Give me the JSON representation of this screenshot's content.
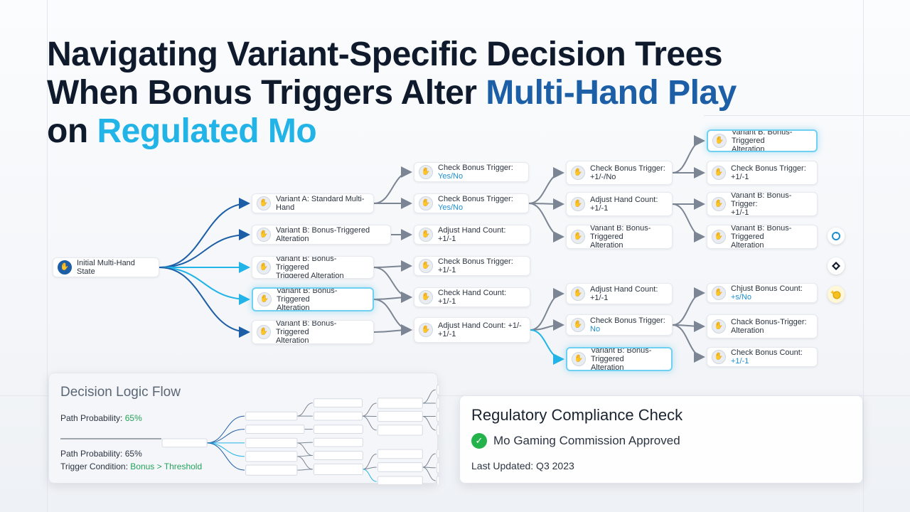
{
  "title": {
    "line1": "Navigating Variant-Specific Decision Trees",
    "line2_a": "When Bonus Triggers Alter ",
    "line2_b": "Multi-Hand Play",
    "line3_a": "on ",
    "line3_b": "Regulated Mo"
  },
  "flowchart": {
    "nodes": [
      {
        "id": "root",
        "main": "Initial Multi-Hand State",
        "accent": "",
        "icon": "hand-icon-primary",
        "highlight": false
      },
      {
        "id": "a1",
        "main": "Variant A: Standard Multi-Hand",
        "accent": "",
        "icon": "hand-icon",
        "highlight": false
      },
      {
        "id": "a2",
        "main": "Variant B: Bonus-Triggered Alteration",
        "accent": "",
        "icon": "hand-icon",
        "highlight": false
      },
      {
        "id": "a3",
        "main": "Variant B: Bonus-Triggered\nTriggered Alteration",
        "accent": "",
        "icon": "hand-icon",
        "highlight": false
      },
      {
        "id": "a4",
        "main": "Variant B: Bonus-Triggered\nAlteration",
        "accent": "",
        "icon": "hand-icon",
        "highlight": true
      },
      {
        "id": "a5",
        "main": "Variant B: Bonus-Triggered\nAlteration",
        "accent": "",
        "icon": "hand-icon",
        "highlight": false
      },
      {
        "id": "b1",
        "main": "Check Bonus Trigger: ",
        "accent": "Yes/No",
        "icon": "hand-icon",
        "highlight": false
      },
      {
        "id": "b2",
        "main": "Check Bonus Trigger: ",
        "accent": "Yes/No",
        "icon": "hand-icon",
        "highlight": false
      },
      {
        "id": "b3",
        "main": "Adjust Hand Count: +1/-1",
        "accent": "",
        "icon": "hand-icon",
        "highlight": false
      },
      {
        "id": "b4",
        "main": "Check Bonus Trigger: +1/-1",
        "accent": "",
        "icon": "hand-icon",
        "highlight": false
      },
      {
        "id": "b5",
        "main": "Check Hand Count: +1/-1",
        "accent": "",
        "icon": "hand-icon",
        "highlight": false
      },
      {
        "id": "b6",
        "main": "Adjust Hand Count: +1/-\n+1/-1",
        "accent": "",
        "icon": "hand-icon",
        "highlight": false
      },
      {
        "id": "c1",
        "main": "Check Bonus Trigger:\n+1/-/No",
        "accent": "",
        "icon": "hand-icon",
        "highlight": false
      },
      {
        "id": "c2",
        "main": "Adjust Hand Count:\n+1/-1",
        "accent": "",
        "icon": "hand-icon",
        "highlight": false
      },
      {
        "id": "c3",
        "main": "Variant B: Bonus-Triggered\nAlteration",
        "accent": "",
        "icon": "hand-icon",
        "highlight": false
      },
      {
        "id": "c4",
        "main": "Adjust Hand Count:\n+1/-1",
        "accent": "",
        "icon": "hand-icon",
        "highlight": false
      },
      {
        "id": "c5",
        "main": "Check Bonus Trigger: ",
        "accent": "No",
        "icon": "hand-icon",
        "highlight": false
      },
      {
        "id": "c6",
        "main": "Variant B: Bonus-Triggered\nAlteration",
        "accent": "",
        "icon": "hand-icon",
        "highlight": true
      },
      {
        "id": "d1",
        "main": "Variant B: Bonus-Triggered\nAlteration",
        "accent": "",
        "icon": "hand-icon",
        "highlight": true
      },
      {
        "id": "d2",
        "main": "Check Bonus Trigger:\n+1/-1",
        "accent": "",
        "icon": "hand-icon",
        "highlight": false
      },
      {
        "id": "d3",
        "main": "Variant B: Bonus-Trigger:\n+1/-1",
        "accent": "",
        "icon": "hand-icon",
        "highlight": false
      },
      {
        "id": "d4",
        "main": "Variant B: Bonus-Triggered\nAlteration",
        "accent": "",
        "icon": "hand-icon",
        "highlight": false
      },
      {
        "id": "d5",
        "main": "Chjust Bonus Count: ",
        "accent": "+s/No",
        "icon": "hand-icon",
        "highlight": false
      },
      {
        "id": "d6",
        "main": "Chack Bonus-Trigger:\nAlteration",
        "accent": "",
        "icon": "hand-icon",
        "highlight": false
      },
      {
        "id": "d7",
        "main": "Check Bonus Count: ",
        "accent": "+1/-1",
        "icon": "hand-icon",
        "highlight": false
      }
    ],
    "edges": [
      [
        "root",
        "a1"
      ],
      [
        "root",
        "a2"
      ],
      [
        "root",
        "a3"
      ],
      [
        "root",
        "a4"
      ],
      [
        "root",
        "a5"
      ],
      [
        "a1",
        "b1"
      ],
      [
        "a1",
        "b2"
      ],
      [
        "a2",
        "b3"
      ],
      [
        "a3",
        "b4"
      ],
      [
        "a3",
        "b5"
      ],
      [
        "a4",
        "b5"
      ],
      [
        "a4",
        "b6"
      ],
      [
        "a5",
        "b6"
      ],
      [
        "b2",
        "c1"
      ],
      [
        "b2",
        "c2"
      ],
      [
        "b2",
        "c3"
      ],
      [
        "b6",
        "c4"
      ],
      [
        "b6",
        "c5"
      ],
      [
        "b6",
        "c6"
      ],
      [
        "c1",
        "d1"
      ],
      [
        "c1",
        "d2"
      ],
      [
        "c2",
        "d3"
      ],
      [
        "c2",
        "d4"
      ],
      [
        "c5",
        "d5"
      ],
      [
        "c5",
        "d6"
      ],
      [
        "c5",
        "d7"
      ]
    ],
    "colors": {
      "dark": "#1d5fa6",
      "cyan": "#22b4e6",
      "gray": "#7b8593"
    },
    "side_icons": [
      "refresh-icon",
      "diamond-arrows-icon",
      "coin-sparkle-icon"
    ]
  },
  "logic_panel": {
    "title": "Decision Logic Flow",
    "path_probability_1": "Path Probability: ",
    "path_probability_1_value": "65%",
    "path_probability_2": "Path Probability: 65%",
    "trigger_condition": "Trigger Condition: ",
    "trigger_condition_value": "Bonus > Threshold"
  },
  "compliance": {
    "title": "Regulatory Compliance Check",
    "status": "Mo Gaming Commission Approved",
    "updated": "Last Updated: Q3 2023"
  }
}
